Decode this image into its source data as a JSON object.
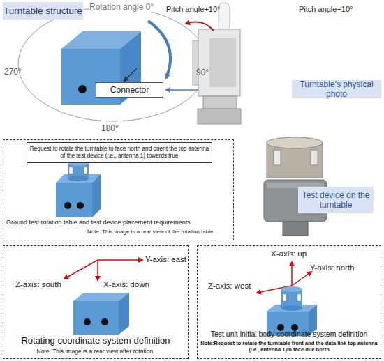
{
  "diagram": {
    "nodes": [
      {
        "text": [
          "Turntable structure"
        ]
      },
      {
        "text": [
          "Connector"
        ]
      },
      {
        "text": [
          "Turntable's physical photo"
        ]
      },
      {
        "text": [
          "Ground test rotation table and test device placement requirements",
          "Note: This image is a rear view of the rotation table."
        ]
      },
      {
        "text": [
          "Request to rotate the turntable to face north and orient the top antenna of the test device (i.e., antenna 1) towards true"
        ],
        "in": 3
      },
      {
        "text": [
          "Test device on the turntable"
        ]
      },
      {
        "text": [
          "Rotating coordinate system definition",
          "Note: This image is a rear view after rotation."
        ]
      },
      {
        "text": [
          "Test unit initial body coordinate system definition",
          "Note:Request to rotate the turntable front and the data link top antenna (i.e., antenna 1)to face due north"
        ]
      }
    ],
    "labels": [
      "Rotation angle 0°",
      "90°",
      "180°",
      "270°",
      "Pitch angle+10°",
      "Pitch angle−10°",
      "Y-axis: east",
      "Z-axis: south",
      "X-axis: down",
      "X-axis: up",
      "Y-axis: north",
      "Z-axis: west"
    ]
  }
}
